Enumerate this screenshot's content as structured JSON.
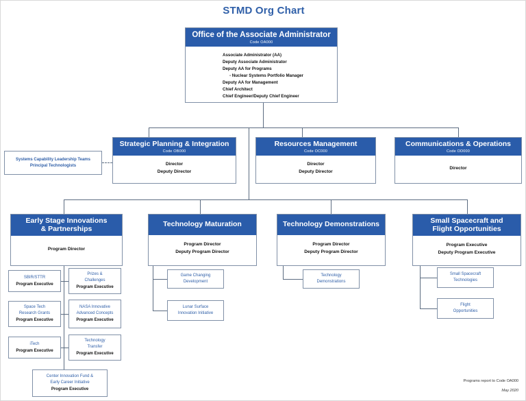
{
  "title": "STMD Org Chart",
  "colors": {
    "header_blue": "#2a5caa",
    "title_blue": "#2f5fa8",
    "border_gray": "#7f8fa6",
    "leaf_text": "#2f5fa8"
  },
  "root": {
    "title": "Office of the Associate Administrator",
    "code": "Code OA000",
    "roles": [
      "Associate Administrator (AA)",
      "Deputy Associate Administrator",
      "Deputy AA for Programs",
      "- Nuclear Systems Portfolio Manager",
      "Deputy AA for Management",
      "Chief Architect",
      "Chief Engineer/Deputy Chief Engineer"
    ]
  },
  "side_node": {
    "line1": "Systems Capability Leadership Teams",
    "line2": "Principal Technologists"
  },
  "divisions": [
    {
      "title": "Strategic Planning & Integration",
      "code": "Code OB000",
      "roles": [
        "Director",
        "Deputy Director"
      ]
    },
    {
      "title": "Resources Management",
      "code": "Code OC000",
      "roles": [
        "Director",
        "Deputy Director"
      ]
    },
    {
      "title": "Communications & Operations",
      "code": "Code OD000",
      "roles": [
        "Director"
      ]
    }
  ],
  "programs": [
    {
      "title_line1": "Early Stage Innovations",
      "title_line2": "& Partnerships",
      "roles": [
        "Program Director"
      ],
      "children": [
        {
          "name_line1": "SBIR/STTR",
          "name_line2": "",
          "role": "Program Executive"
        },
        {
          "name_line1": "Prizes &",
          "name_line2": "Challenges",
          "role": "Program Executive"
        },
        {
          "name_line1": "Space Tech",
          "name_line2": "Research Grants",
          "role": "Program Executive"
        },
        {
          "name_line1": "NASA Innovative",
          "name_line2": "Advanced Concepts",
          "role": "Program Executive"
        },
        {
          "name_line1": "iTech",
          "name_line2": "",
          "role": "Program Executive"
        },
        {
          "name_line1": "Technology",
          "name_line2": "Transfer",
          "role": "Program Executive"
        },
        {
          "name_line1": "Center Innovation Fund &",
          "name_line2": "Early Career Initiative",
          "role": "Program Executive"
        }
      ]
    },
    {
      "title_line1": "Technology Maturation",
      "title_line2": "",
      "roles": [
        "Program Director",
        "Deputy Program Director"
      ],
      "children": [
        {
          "name_line1": "Game Changing",
          "name_line2": "Development",
          "role": ""
        },
        {
          "name_line1": "Lunar Surface",
          "name_line2": "Innovation Initiative",
          "role": ""
        }
      ]
    },
    {
      "title_line1": "Technology Demonstrations",
      "title_line2": "",
      "roles": [
        "Program Director",
        "Deputy Program Director"
      ],
      "children": [
        {
          "name_line1": "Technology",
          "name_line2": "Demonstrations",
          "role": ""
        }
      ]
    },
    {
      "title_line1": "Small Spacecraft and",
      "title_line2": "Flight Opportunities",
      "roles": [
        "Program Executive",
        "Deputy Program Executive"
      ],
      "children": [
        {
          "name_line1": "Small Spacecraft",
          "name_line2": "Technologies",
          "role": ""
        },
        {
          "name_line1": "Flight",
          "name_line2": "Opportunities",
          "role": ""
        }
      ]
    }
  ],
  "footer": {
    "note": "Programs report to Code OA000",
    "date": "May 2020"
  }
}
